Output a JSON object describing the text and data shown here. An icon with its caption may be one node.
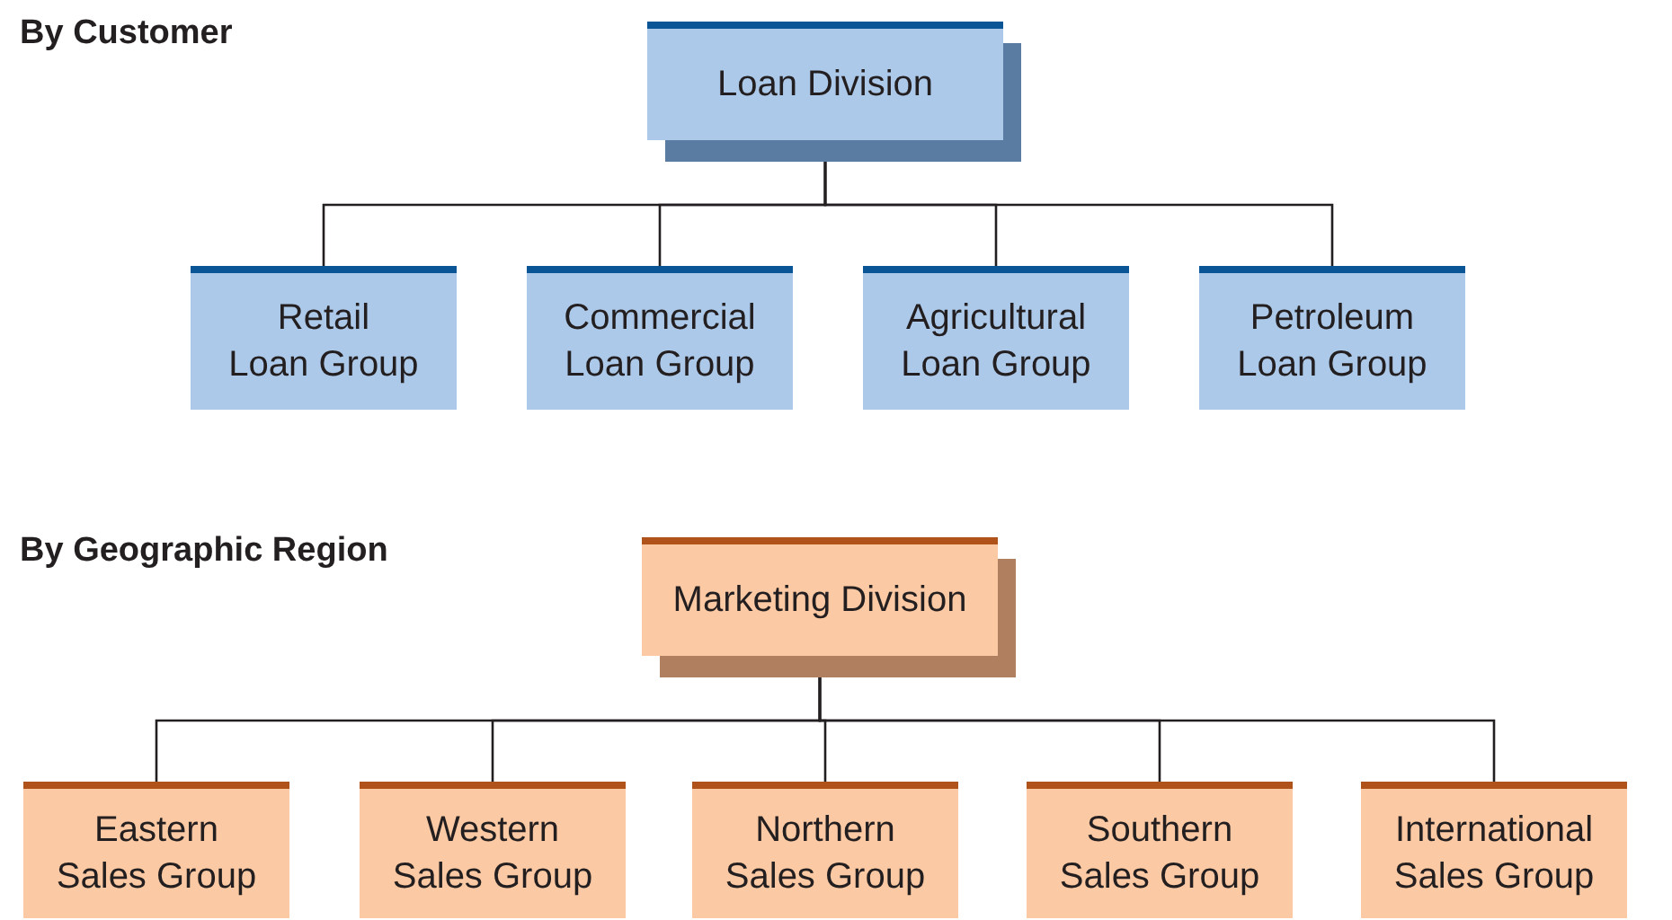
{
  "diagram": {
    "nodes": [
      {
        "text": [
          "Loan Division"
        ]
      },
      {
        "text": [
          "Retail Loan Group"
        ]
      },
      {
        "text": [
          "Commercial Loan Group"
        ]
      },
      {
        "text": [
          "Agricultural Loan Group"
        ]
      },
      {
        "text": [
          "Petroleum Loan Group"
        ]
      },
      {
        "text": [
          "Marketing Division"
        ]
      },
      {
        "text": [
          "Eastern Sales Group"
        ]
      },
      {
        "text": [
          "Western Sales Group"
        ]
      },
      {
        "text": [
          "Northern Sales Group"
        ]
      },
      {
        "text": [
          "Southern Sales Group"
        ]
      },
      {
        "text": [
          "International Sales Group"
        ]
      }
    ],
    "edges": [
      {
        "from": 0,
        "to": 1,
        "arrow": "none"
      },
      {
        "from": 0,
        "to": 2,
        "arrow": "none"
      },
      {
        "from": 0,
        "to": 3,
        "arrow": "none"
      },
      {
        "from": 0,
        "to": 4,
        "arrow": "none"
      },
      {
        "from": 5,
        "to": 6,
        "arrow": "none"
      },
      {
        "from": 5,
        "to": 7,
        "arrow": "none"
      },
      {
        "from": 5,
        "to": 8,
        "arrow": "none"
      },
      {
        "from": 5,
        "to": 9,
        "arrow": "none"
      },
      {
        "from": 5,
        "to": 10,
        "arrow": "none"
      }
    ],
    "labels": [
      "By Customer",
      "By Geographic Region"
    ]
  }
}
